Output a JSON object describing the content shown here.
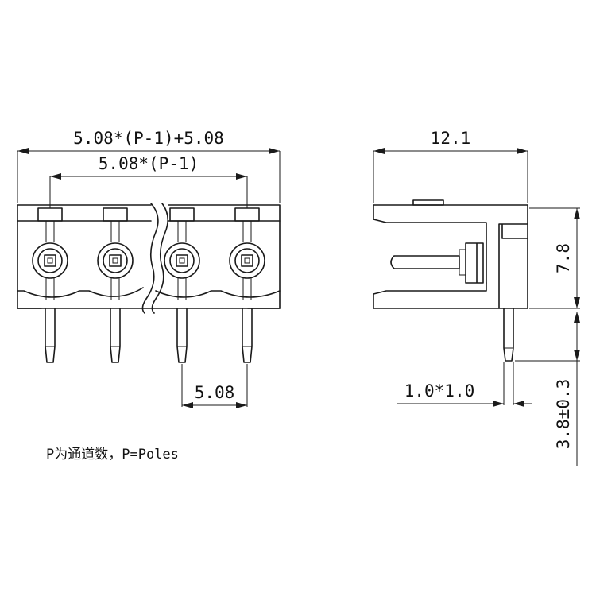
{
  "front_view": {
    "overall_width_label": "5.08*(P-1)+5.08",
    "pin_span_label": "5.08*(P-1)",
    "pitch_label": "5.08"
  },
  "side_view": {
    "depth_label": "12.1",
    "height_label": "7.8",
    "pin_section_label": "1.0*1.0",
    "pin_length_label": "3.8±0.3"
  },
  "note": "P为通道数，P=Poles"
}
